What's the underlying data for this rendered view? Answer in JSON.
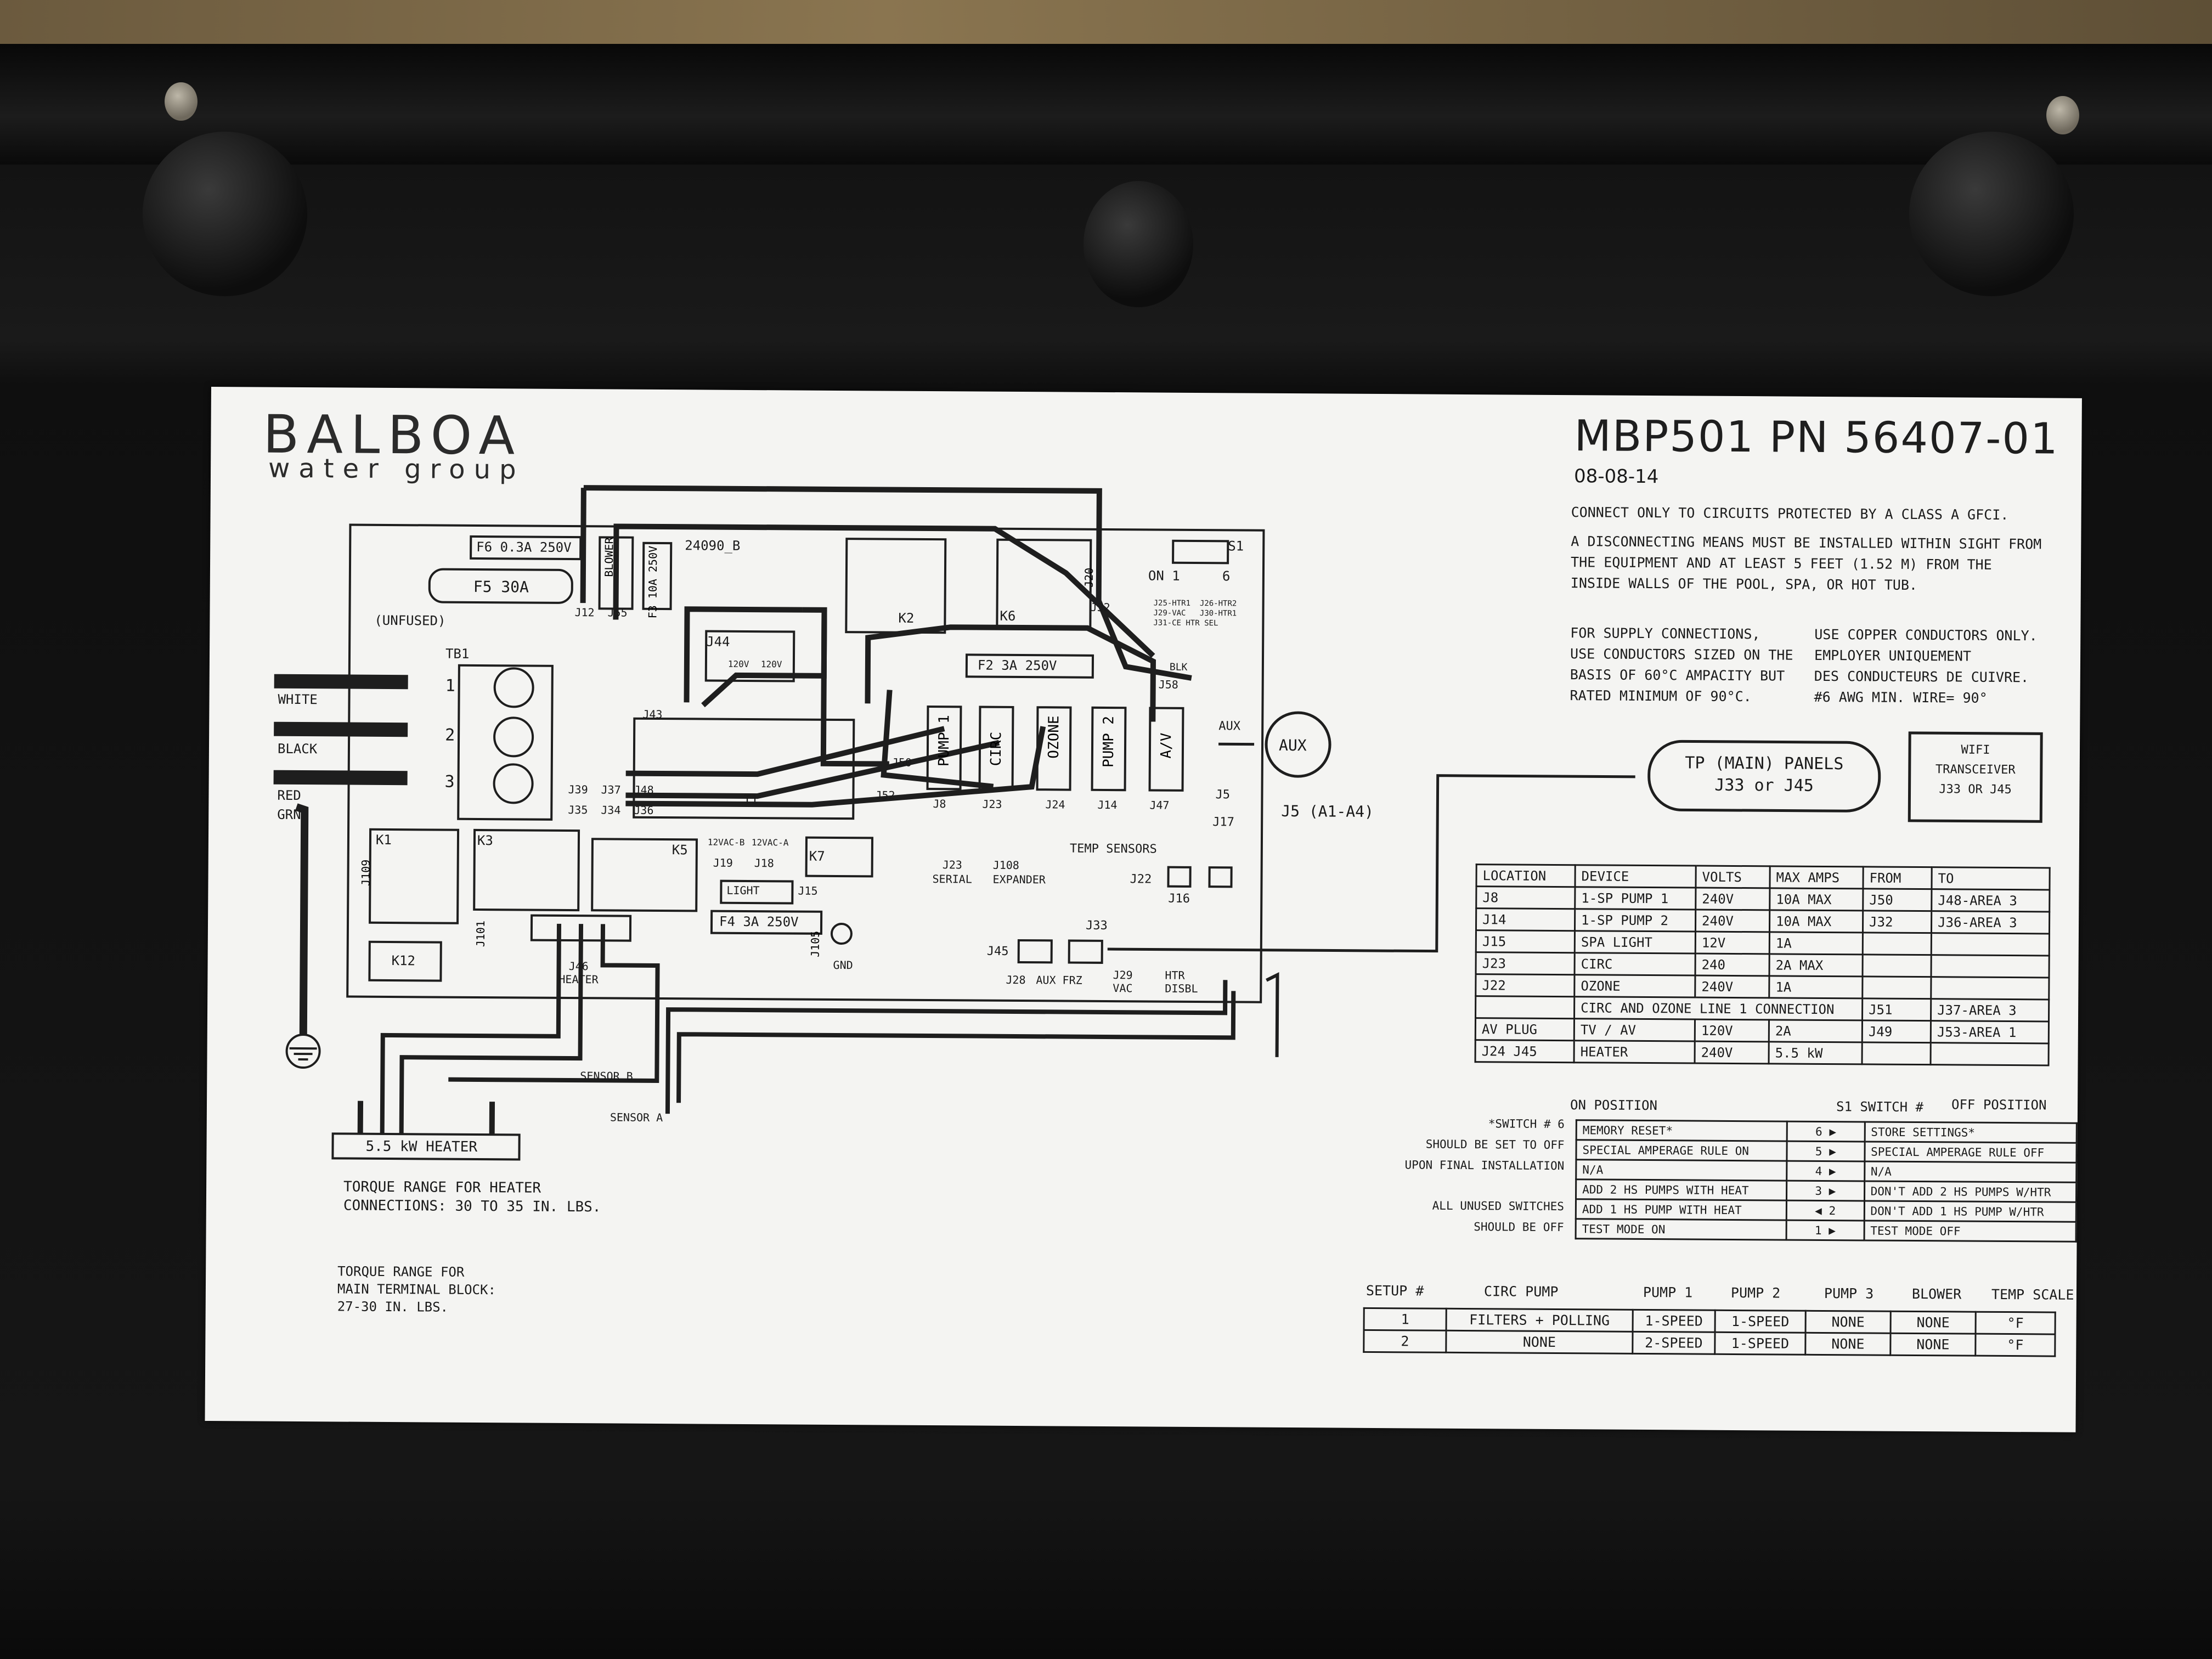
{
  "logo": {
    "brand": "BALBOA",
    "tagline": "water group"
  },
  "header": {
    "model": "MBP501 PN 56407-01",
    "date": "08-08-14"
  },
  "notes": {
    "gfci": "CONNECT ONLY TO CIRCUITS PROTECTED BY A CLASS A GFCI.",
    "disconnect": "A DISCONNECTING MEANS MUST BE INSTALLED WITHIN SIGHT FROM\nTHE EQUIPMENT AND AT LEAST 5 FEET (1.52 M) FROM THE\nINSIDE WALLS OF THE POOL, SPA, OR HOT TUB.",
    "supply": "FOR SUPPLY CONNECTIONS,\nUSE CONDUCTORS SIZED ON THE\nBASIS OF 60°C AMPACITY BUT\nRATED MINIMUM OF 90°C.",
    "copper": "USE COPPER CONDUCTORS ONLY.\nEMPLOYER UNIQUEMENT\nDES CONDUCTEURS DE CUIVRE.\n#6 AWG MIN. WIRE= 90°"
  },
  "diagram": {
    "wires": [
      "WHITE",
      "BLACK",
      "RED",
      "GRN"
    ],
    "tb1": "TB1",
    "tb_numbers": [
      "1",
      "2",
      "3"
    ],
    "fuses": {
      "f6": "F6 0.3A 250V",
      "f5": "F5 30A",
      "f3": "F3 10A 250V",
      "f2": "F2 3A 250V",
      "f4": "F4 3A 250V"
    },
    "unfused": "(UNFUSED)",
    "board_code": "24090_B",
    "blower": "BLOWER",
    "j44": "J44",
    "j44_volts": [
      "120V",
      "120V"
    ],
    "relays": [
      "K1",
      "K2",
      "K3",
      "K5",
      "K6",
      "K7",
      "K12"
    ],
    "s1": "S1",
    "s1_on": "ON 1",
    "s1_six": "6",
    "jumper_notes": "J25-HTR1  J26-HTR2\nJ29-VAC   J30-HTR1\nJ31-CE HTR SEL",
    "connectors_vertical": [
      "PUMP 1",
      "CIRC",
      "OZONE",
      "PUMP 2",
      "A/V"
    ],
    "connector_names": [
      "J8",
      "J23",
      "J24",
      "J14",
      "J47"
    ],
    "jacks": [
      "J12",
      "J55",
      "J32",
      "J58",
      "J50",
      "J52",
      "J43",
      "J39",
      "J37",
      "J48",
      "J35",
      "J34",
      "J36",
      "J19",
      "J18",
      "J33",
      "J45",
      "J28",
      "J29",
      "J16",
      "J17",
      "J22",
      "J5",
      "J46",
      "J109",
      "J101",
      "J15",
      "J105",
      "J20"
    ],
    "t1": "T1",
    "aux": "AUX",
    "aux_label": "J5 (A1-A4)",
    "aux_top": "AUX",
    "temp_sensors": "TEMP SENSORS",
    "serial": "J23\nSERIAL",
    "expander": "J108\nEXPANDER",
    "light": "LIGHT",
    "j15": "J15",
    "gnd": "GND",
    "v12ac_b": "12VAC-B",
    "v12ac_a": "12VAC-A",
    "aux_frz": "AUX FRZ",
    "j28": "J28",
    "j29": "J29\nVAC",
    "htr": "HTR\nDISBL",
    "j46": "J46\nHEATER",
    "sensor_b": "SENSOR B",
    "sensor_a": "SENSOR A",
    "heater": "5.5 kW HEATER",
    "torque_heater": "TORQUE RANGE FOR HEATER\nCONNECTIONS: 30 TO 35 IN. LBS.",
    "torque_main": "TORQUE RANGE FOR\nMAIN TERMINAL BLOCK:\n27-30 IN. LBS.",
    "blk": "BLK"
  },
  "panels": {
    "tp": "TP (MAIN) PANELS\nJ33 or J45",
    "wifi": "WIFI\nTRANSCEIVER\nJ33 OR J45"
  },
  "location_table": {
    "headers": [
      "LOCATION",
      "DEVICE",
      "VOLTS",
      "MAX AMPS",
      "FROM",
      "TO"
    ],
    "rows": [
      [
        "J8",
        "1-SP PUMP 1",
        "240V",
        "10A MAX",
        "J50",
        "J48-AREA 3"
      ],
      [
        "J14",
        "1-SP PUMP 2",
        "240V",
        "10A MAX",
        "J32",
        "J36-AREA 3"
      ],
      [
        "J15",
        "SPA LIGHT",
        "12V",
        "1A",
        "",
        ""
      ],
      [
        "J23",
        "CIRC",
        "240",
        "2A MAX",
        "",
        ""
      ],
      [
        "J22",
        "OZONE",
        "240V",
        "1A",
        "",
        ""
      ],
      [
        "",
        "CIRC AND OZONE LINE 1 CONNECTION",
        "",
        "",
        "J51",
        "J37-AREA 3"
      ],
      [
        "AV PLUG",
        "TV / AV",
        "120V",
        "2A",
        "J49",
        "J53-AREA 1"
      ],
      [
        "J24  J45",
        "HEATER",
        "240V",
        "5.5 kW",
        "",
        ""
      ]
    ]
  },
  "switch_section": {
    "on_position": "ON POSITION",
    "s1_switch": "S1 SWITCH #",
    "off_position": "OFF POSITION",
    "note_switch6": "*SWITCH # 6\nSHOULD BE SET TO OFF\nUPON FINAL INSTALLATION",
    "note_unused": "ALL UNUSED SWITCHES\nSHOULD BE OFF",
    "rows": [
      {
        "on": "MEMORY RESET*",
        "num": "6",
        "arrow": "right",
        "off": "STORE SETTINGS*"
      },
      {
        "on": "SPECIAL AMPERAGE RULE ON",
        "num": "5",
        "arrow": "right",
        "off": "SPECIAL AMPERAGE RULE OFF"
      },
      {
        "on": "N/A",
        "num": "4",
        "arrow": "right",
        "off": "N/A"
      },
      {
        "on": "ADD 2 HS PUMPS WITH HEAT",
        "num": "3",
        "arrow": "right",
        "off": "DON'T ADD 2 HS PUMPS W/HTR"
      },
      {
        "on": "ADD 1 HS PUMP WITH HEAT",
        "num": "2",
        "arrow": "left",
        "off": "DON'T ADD 1 HS PUMP W/HTR"
      },
      {
        "on": "TEST MODE ON",
        "num": "1",
        "arrow": "right",
        "off": "TEST MODE OFF"
      }
    ]
  },
  "setup_table": {
    "headers": [
      "SETUP #",
      "CIRC PUMP",
      "PUMP 1",
      "PUMP 2",
      "PUMP 3",
      "BLOWER",
      "TEMP SCALE"
    ],
    "rows": [
      [
        "1",
        "FILTERS + POLLING",
        "1-SPEED",
        "1-SPEED",
        "NONE",
        "NONE",
        "°F"
      ],
      [
        "2",
        "NONE",
        "2-SPEED",
        "1-SPEED",
        "NONE",
        "NONE",
        "°F"
      ]
    ]
  }
}
